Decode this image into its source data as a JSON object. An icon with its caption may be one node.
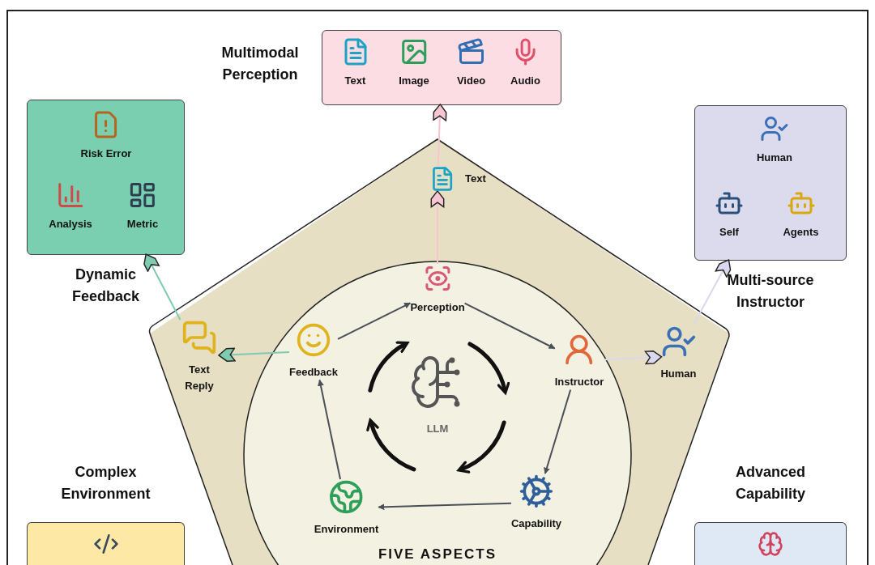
{
  "diagram": {
    "nodes": [
      {
        "text": [
          "Multimodal Perception"
        ]
      },
      {
        "text": [
          "Text"
        ],
        "in": 0
      },
      {
        "text": [
          "Image"
        ],
        "in": 0
      },
      {
        "text": [
          "Video"
        ],
        "in": 0
      },
      {
        "text": [
          "Audio"
        ],
        "in": 0
      },
      {
        "text": [
          "Dynamic Feedback"
        ]
      },
      {
        "text": [
          "Risk Error"
        ],
        "in": 5
      },
      {
        "text": [
          "Analysis"
        ],
        "in": 5
      },
      {
        "text": [
          "Metric"
        ],
        "in": 5
      },
      {
        "text": [
          "Multi-source Instructor"
        ]
      },
      {
        "text": [
          "Human"
        ],
        "in": 9
      },
      {
        "text": [
          "Self"
        ],
        "in": 9
      },
      {
        "text": [
          "Agents"
        ],
        "in": 9
      },
      {
        "text": [
          "Complex Environment"
        ]
      },
      {
        "text": [
          "Advanced Capability"
        ]
      },
      {
        "text": [],
        "shape": "pentagon"
      },
      {
        "text": [
          "Text"
        ],
        "in": 15
      },
      {
        "text": [
          "Text Reply"
        ],
        "in": 15
      },
      {
        "text": [
          "Human"
        ],
        "in": 15
      },
      {
        "text": [
          "Perception"
        ],
        "in": 15
      },
      {
        "text": [
          "Instructor"
        ],
        "in": 15
      },
      {
        "text": [
          "Capability"
        ],
        "in": 15
      },
      {
        "text": [
          "Environment"
        ],
        "in": 15
      },
      {
        "text": [
          "Feedback"
        ],
        "in": 15
      },
      {
        "text": [
          "LLM"
        ],
        "in": 15
      }
    ],
    "edges": [
      {
        "from": 19,
        "to": 16,
        "arrow": "to",
        "color": "#f7c5d2"
      },
      {
        "from": 16,
        "to": 0,
        "arrow": "to",
        "color": "#f7c5d2"
      },
      {
        "from": 23,
        "to": 17,
        "arrow": "to",
        "color": "#7ecbb0"
      },
      {
        "from": 17,
        "to": 5,
        "arrow": "to",
        "color": "#7ecbb0"
      },
      {
        "from": 20,
        "to": 18,
        "arrow": "to",
        "color": "#d9d8ee"
      },
      {
        "from": 18,
        "to": 9,
        "arrow": "to",
        "color": "#d9d8ee"
      },
      {
        "from": 23,
        "to": 19,
        "arrow": "to"
      },
      {
        "from": 19,
        "to": 20,
        "arrow": "to"
      },
      {
        "from": 20,
        "to": 21,
        "arrow": "to"
      },
      {
        "from": 21,
        "to": 22,
        "arrow": "to"
      },
      {
        "from": 22,
        "to": 23,
        "arrow": "to"
      }
    ],
    "labels": [
      "FIVE ASPECTS"
    ]
  }
}
